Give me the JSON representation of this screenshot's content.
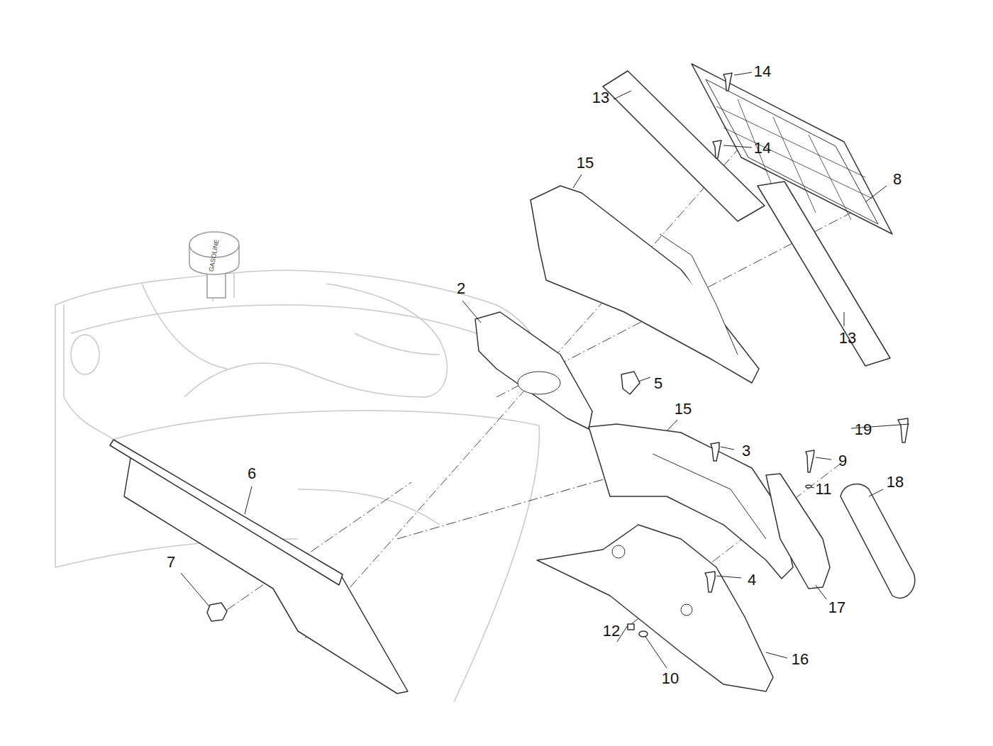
{
  "diagram": {
    "labels": [
      "14",
      "13",
      "14",
      "15",
      "8",
      "GASOLINE",
      "2",
      "13",
      "5",
      "15",
      "19",
      "3",
      "9",
      "6",
      "18",
      "11",
      "4",
      "7",
      "17",
      "16",
      "12",
      "10"
    ]
  }
}
